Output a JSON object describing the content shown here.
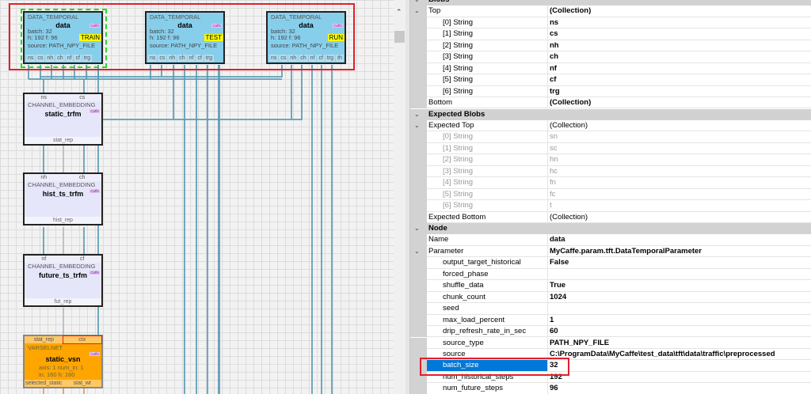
{
  "canvas": {
    "data_nodes": [
      {
        "type": "DATA_TEMPORAL",
        "name": "data",
        "batch": "batch: 32",
        "hf": "h: 192 f: 96",
        "source": "source: PATH_NPY_FILE",
        "phase": "TRAIN",
        "ports": [
          "ns",
          "cs",
          "nh",
          "ch",
          "nf",
          "cf",
          "trg"
        ],
        "selected": true
      },
      {
        "type": "DATA_TEMPORAL",
        "name": "data",
        "batch": "batch: 32",
        "hf": "h: 192 f: 96",
        "source": "source: PATH_NPY_FILE",
        "phase": "TEST",
        "ports": [
          "ns",
          "cs",
          "nh",
          "ch",
          "nf",
          "cf",
          "trg"
        ]
      },
      {
        "type": "DATA_TEMPORAL",
        "name": "data",
        "batch": "batch: 32",
        "hf": "h: 192 f: 96",
        "source": "source: PATH_NPY_FILE",
        "phase": "RUN",
        "ports": [
          "ns",
          "cs",
          "nh",
          "ch",
          "nf",
          "cf",
          "trg",
          "th"
        ]
      }
    ],
    "caffe_badge": "Caffe",
    "emb_nodes": [
      {
        "type": "CHANNEL_EMBEDDING",
        "name": "static_trfm",
        "in": [
          "ns",
          "cs"
        ],
        "out": "stat_rep"
      },
      {
        "type": "CHANNEL_EMBEDDING",
        "name": "hist_ts_trfm",
        "in": [
          "nh",
          "ch"
        ],
        "out": "hist_rep"
      },
      {
        "type": "CHANNEL_EMBEDDING",
        "name": "future_ts_trfm",
        "in": [
          "nf",
          "cf"
        ],
        "out": "fut_rep"
      }
    ],
    "vsn_node": {
      "type": "VARSELNET",
      "name": "static_vsn",
      "in": [
        "stat_rep",
        "ctx"
      ],
      "info1": "axis: 1 num_in: 1",
      "info2": "in: 160 h: 160",
      "out": [
        "selected_static",
        "stat_wt"
      ]
    },
    "wire_color": "#5b9bb5",
    "highlight_color": "#e0202a"
  },
  "grid": {
    "rows": [
      {
        "kind": "hdr",
        "name": "Blobs",
        "exp": true
      },
      {
        "name": "Top",
        "value": "(Collection)",
        "bold": true,
        "exp": true,
        "indent": 0
      },
      {
        "name": "[0] String",
        "value": "ns",
        "bold": true,
        "indent": 1
      },
      {
        "name": "[1] String",
        "value": "cs",
        "bold": true,
        "indent": 1
      },
      {
        "name": "[2] String",
        "value": "nh",
        "bold": true,
        "indent": 1
      },
      {
        "name": "[3] String",
        "value": "ch",
        "bold": true,
        "indent": 1
      },
      {
        "name": "[4] String",
        "value": "nf",
        "bold": true,
        "indent": 1
      },
      {
        "name": "[5] String",
        "value": "cf",
        "bold": true,
        "indent": 1
      },
      {
        "name": "[6] String",
        "value": "trg",
        "bold": true,
        "indent": 1
      },
      {
        "name": "Bottom",
        "value": "(Collection)",
        "bold": true,
        "indent": 0
      },
      {
        "kind": "hdr",
        "name": "Expected Blobs",
        "exp": true
      },
      {
        "name": "Expected Top",
        "value": "(Collection)",
        "exp": true,
        "indent": 0
      },
      {
        "name": "[0] String",
        "value": "sn",
        "grey": true,
        "indent": 1
      },
      {
        "name": "[1] String",
        "value": "sc",
        "grey": true,
        "indent": 1
      },
      {
        "name": "[2] String",
        "value": "hn",
        "grey": true,
        "indent": 1
      },
      {
        "name": "[3] String",
        "value": "hc",
        "grey": true,
        "indent": 1
      },
      {
        "name": "[4] String",
        "value": "fn",
        "grey": true,
        "indent": 1
      },
      {
        "name": "[5] String",
        "value": "fc",
        "grey": true,
        "indent": 1
      },
      {
        "name": "[6] String",
        "value": "t",
        "grey": true,
        "indent": 1
      },
      {
        "name": "Expected Bottom",
        "value": "(Collection)",
        "indent": 0
      },
      {
        "kind": "hdr",
        "name": "Node",
        "exp": true
      },
      {
        "name": "Name",
        "value": "data",
        "bold": true,
        "indent": 0
      },
      {
        "name": "Parameter",
        "value": "MyCaffe.param.tft.DataTemporalParameter",
        "bold": true,
        "exp": true,
        "indent": 0
      },
      {
        "name": "output_target_historical",
        "value": "False",
        "bold": true,
        "indent": 1
      },
      {
        "name": "forced_phase",
        "value": "",
        "indent": 1
      },
      {
        "name": "shuffle_data",
        "value": "True",
        "bold": true,
        "indent": 1
      },
      {
        "name": "chunk_count",
        "value": "1024",
        "bold": true,
        "indent": 1
      },
      {
        "name": "seed",
        "value": "",
        "indent": 1
      },
      {
        "name": "max_load_percent",
        "value": "1",
        "bold": true,
        "indent": 1
      },
      {
        "name": "drip_refresh_rate_in_sec",
        "value": "60",
        "bold": true,
        "indent": 1
      },
      {
        "name": "source_type",
        "value": "PATH_NPY_FILE",
        "bold": true,
        "indent": 1
      },
      {
        "name": "source",
        "value": "C:\\ProgramData\\MyCaffe\\test_data\\tft\\data\\traffic\\preprocessed",
        "bold": true,
        "indent": 1
      },
      {
        "name": "batch_size",
        "value": "32",
        "bold": true,
        "indent": 1,
        "selected": true
      },
      {
        "name": "num_historical_steps",
        "value": "192",
        "bold": true,
        "indent": 1
      },
      {
        "name": "num_future_steps",
        "value": "96",
        "bold": true,
        "indent": 1
      }
    ]
  }
}
